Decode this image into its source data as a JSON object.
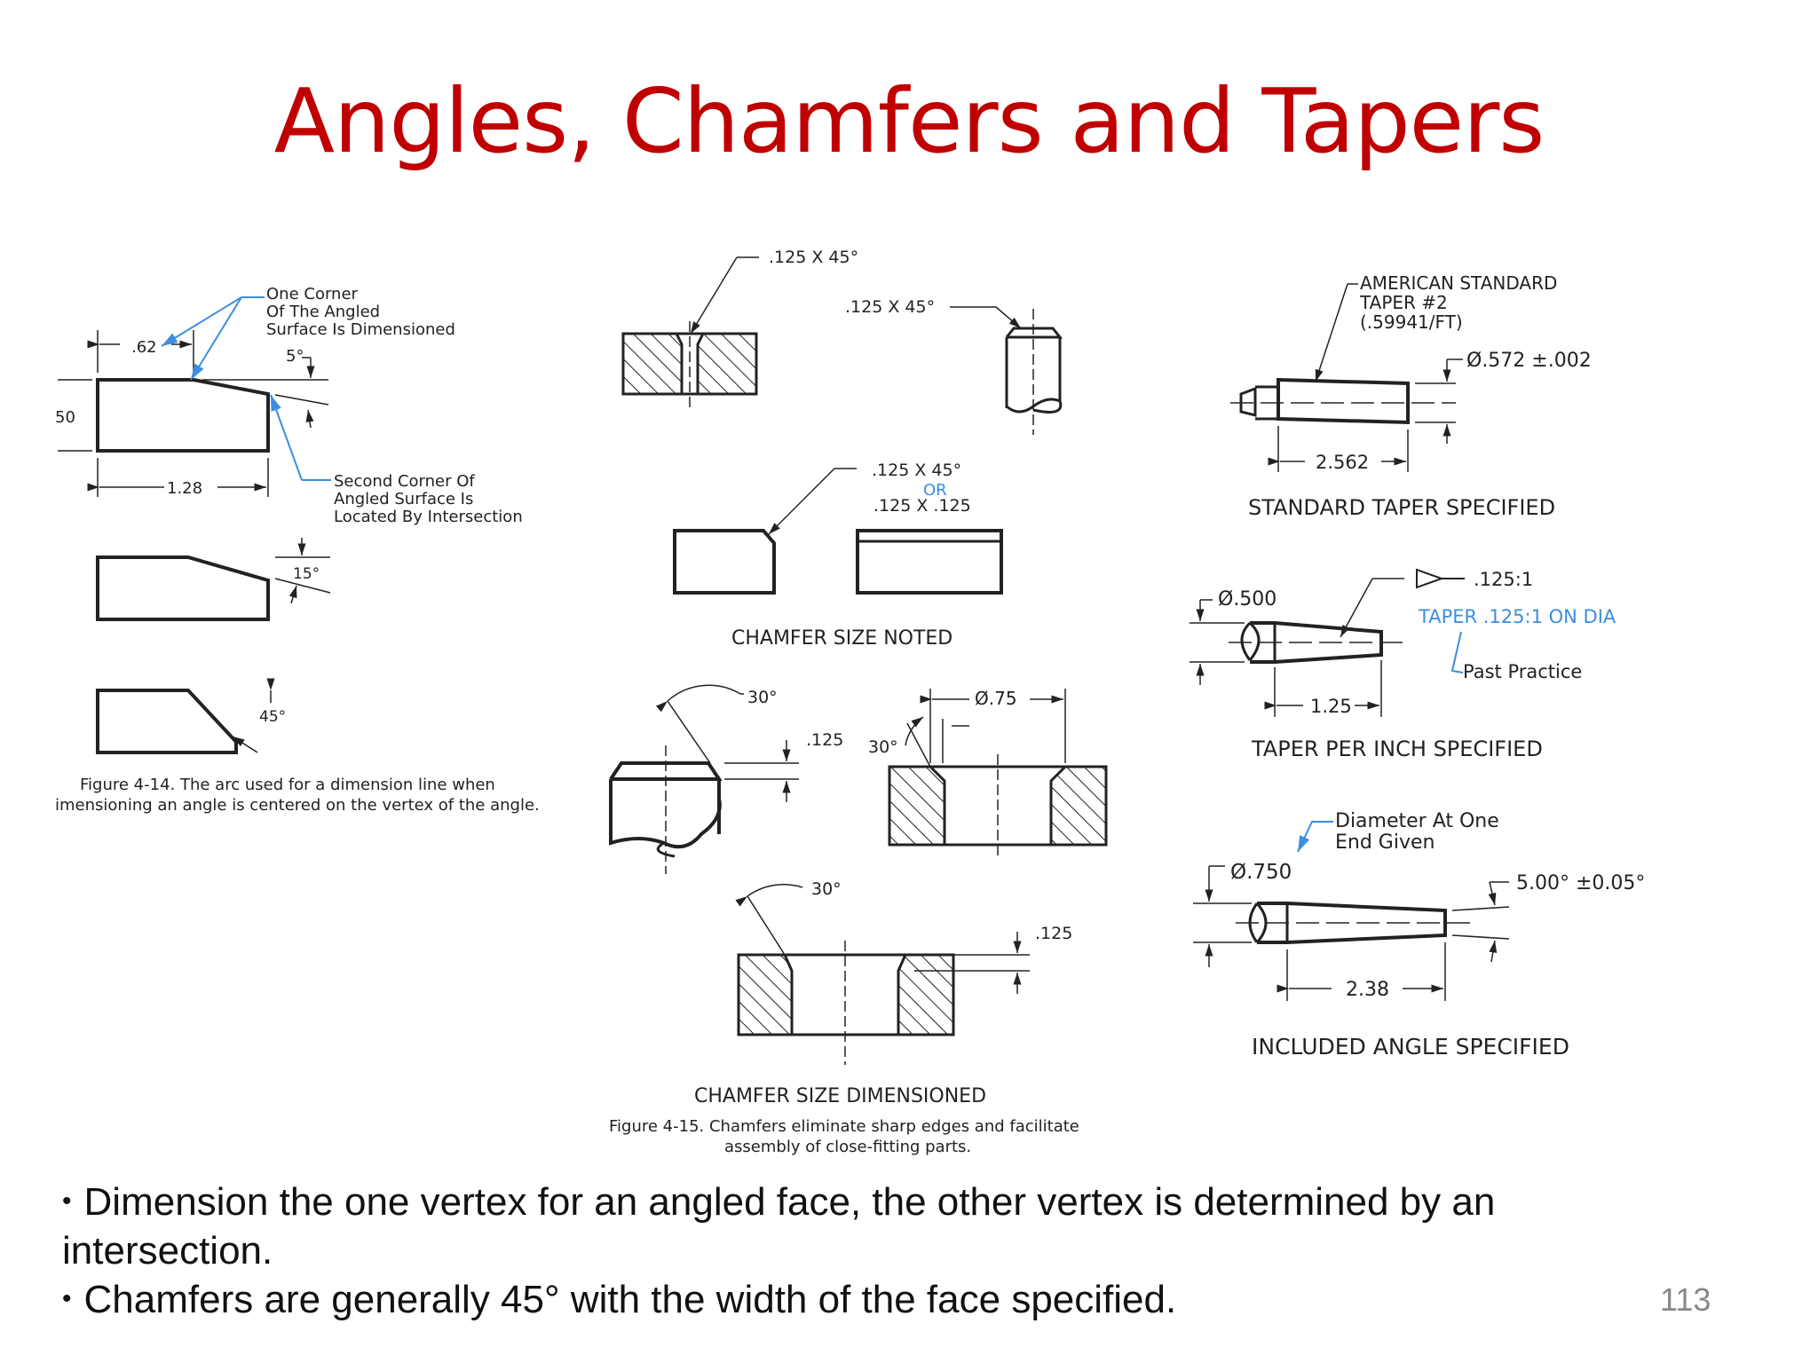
{
  "slide": {
    "title": "Angles, Chamfers and Tapers",
    "page_number": "113",
    "bullets": [
      {
        "line1": "Dimension the one vertex for an angled face, the other vertex is determined by an",
        "line2": "intersection."
      },
      {
        "line1": "Chamfers are generally 45° with the width of the face specified."
      }
    ]
  },
  "fig414": {
    "dim_62": ".62",
    "dim_50": "50",
    "dim_5": "5°",
    "dim_128": "1.28",
    "dim_15": "15°",
    "dim_45": "45°",
    "note1": [
      "One Corner",
      "Of The Angled",
      "Surface Is Dimensioned"
    ],
    "note2": [
      "Second Corner Of",
      "Angled Surface Is",
      "Located By Intersection"
    ],
    "caption": [
      "Figure 4-14. The arc used for a dimension line when",
      "imensioning an angle is centered on the vertex of the angle."
    ]
  },
  "fig415": {
    "note_a": ".125 X 45°",
    "note_b": ".125 X 45°",
    "note_c1": ".125 X 45°",
    "note_c_or": "OR",
    "note_c2": ".125 X .125",
    "label_noted": "CHAMFER SIZE NOTED",
    "d30a": "30°",
    "d125a": ".125",
    "d30b": "30°",
    "d75": "Ø.75",
    "d30c": "30°",
    "d125c": ".125",
    "label_dimensioned": "CHAMFER SIZE DIMENSIONED",
    "caption": [
      "Figure 4-15. Chamfers eliminate sharp edges and facilitate",
      "assembly of close-fitting parts."
    ]
  },
  "tapers": {
    "std_note": [
      "AMERICAN STANDARD",
      "TAPER #2",
      "(.59941/FT)"
    ],
    "std_dia": "Ø.572 ±.002",
    "std_len": "2.562",
    "std_label": "STANDARD TAPER SPECIFIED",
    "tpi_dia": "Ø.500",
    "tpi_ratio": ".125:1",
    "tpi_blue": "TAPER .125:1 ON DIA",
    "tpi_past": "Past Practice",
    "tpi_len": "1.25",
    "tpi_label": "TAPER PER INCH SPECIFIED",
    "inc_note": [
      "Diameter At One",
      "End Given"
    ],
    "inc_dia": "Ø.750",
    "inc_angle": "5.00° ±0.05°",
    "inc_len": "2.38",
    "inc_label": "INCLUDED ANGLE SPECIFIED"
  }
}
